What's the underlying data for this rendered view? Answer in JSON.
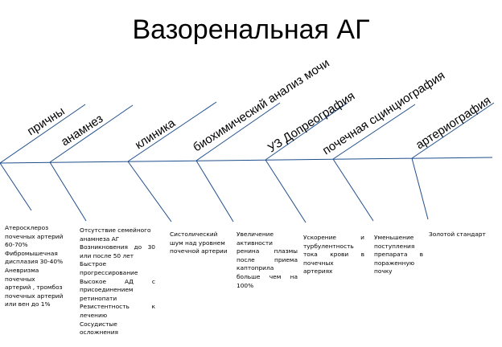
{
  "title": "Вазоренальная АГ",
  "line_color": "#1f4e8c",
  "branches": [
    {
      "label": "причны"
    },
    {
      "label": "анамнез"
    },
    {
      "label": "клиника"
    },
    {
      "label": "биохимический анализ мочи"
    },
    {
      "label": "УЗ Допреография"
    },
    {
      "label": "почечная сцинциография"
    },
    {
      "label": "артериография"
    }
  ],
  "boxes": [
    {
      "lines": [
        "Атеросклероз",
        "почечных артерий",
        "60-70%",
        "Фибромышечная",
        "дисплазия 30-40%",
        "Аневризма",
        "почечных",
        "артерий , тромбоз",
        "почечных артерий",
        "или вен до 1%"
      ]
    },
    {
      "lines": [
        "Отсутствие семейного",
        "анамнеза АГ",
        "Возникновения до 30",
        "или после 50 лет",
        "Быстрое",
        "прогрессирование",
        "Высокое АД с",
        "присоединением",
        "ретинопати",
        "Резистентность к",
        "лечению",
        "Сосудистые",
        "осложнения"
      ]
    },
    {
      "lines": [
        "Систолический",
        "шум над уровнем",
        "почечной артерии"
      ]
    },
    {
      "lines": [
        "Увеличение",
        "активности",
        "ренина плазмы",
        "после приема",
        "каптоприла",
        "больше чем на",
        "100%"
      ]
    },
    {
      "lines": [
        "Ускорение и",
        "турбулентность",
        "тока крови в",
        "почечных",
        "артериях"
      ]
    },
    {
      "lines": [
        "Уменьшение",
        "поступления",
        "препарата в",
        "пораженную",
        "почку"
      ]
    },
    {
      "lines": [
        "Золотой стандарт"
      ]
    }
  ]
}
